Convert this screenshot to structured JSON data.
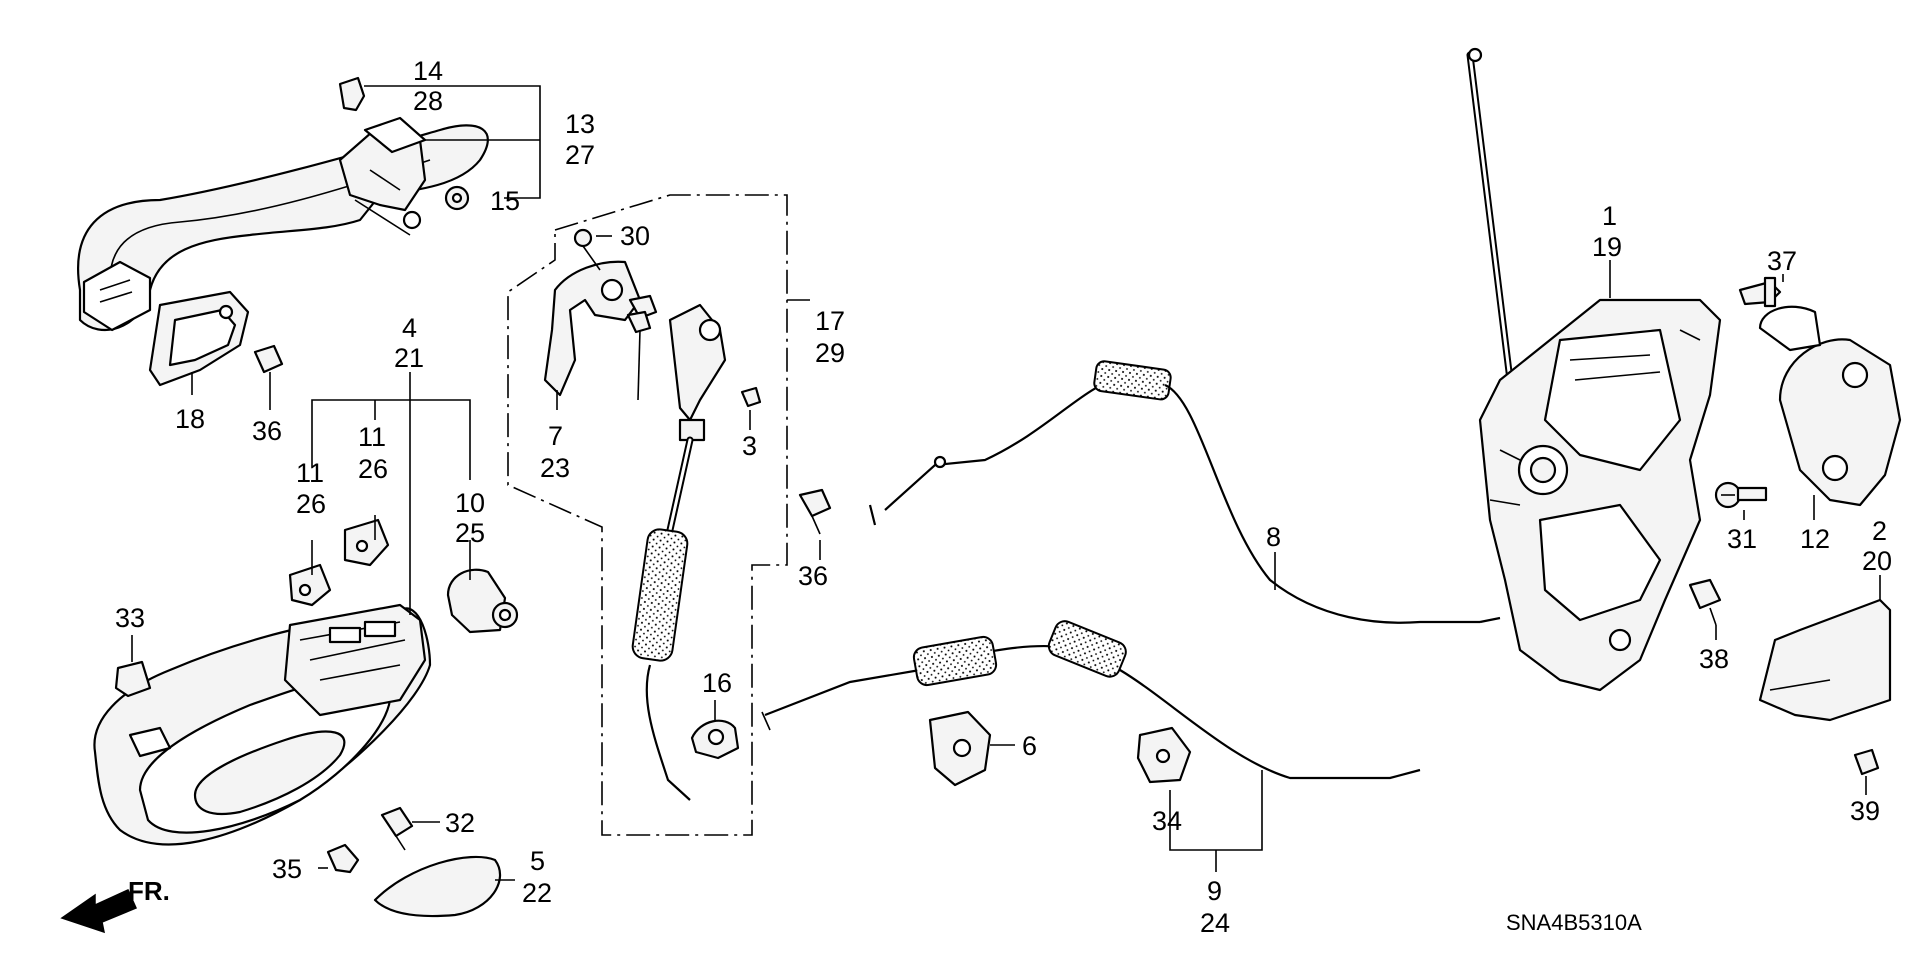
{
  "callouts": {
    "c1": "1",
    "c19": "19",
    "c2": "2",
    "c20": "20",
    "c3": "3",
    "c4": "4",
    "c21": "21",
    "c5": "5",
    "c22": "22",
    "c6": "6",
    "c7": "7",
    "c23": "23",
    "c8": "8",
    "c9": "9",
    "c24": "24",
    "c10": "10",
    "c25": "25",
    "c11a": "11",
    "c26a": "26",
    "c11b": "11",
    "c26b": "26",
    "c12": "12",
    "c13": "13",
    "c27": "27",
    "c14": "14",
    "c28": "28",
    "c15": "15",
    "c16": "16",
    "c17": "17",
    "c29": "29",
    "c18": "18",
    "c30": "30",
    "c31": "31",
    "c32": "32",
    "c33": "33",
    "c34": "34",
    "c35": "35",
    "c36a": "36",
    "c36b": "36",
    "c37": "37",
    "c38": "38",
    "c39": "39"
  },
  "direction_label": "FR.",
  "diagram_code": "SNA4B5310A"
}
